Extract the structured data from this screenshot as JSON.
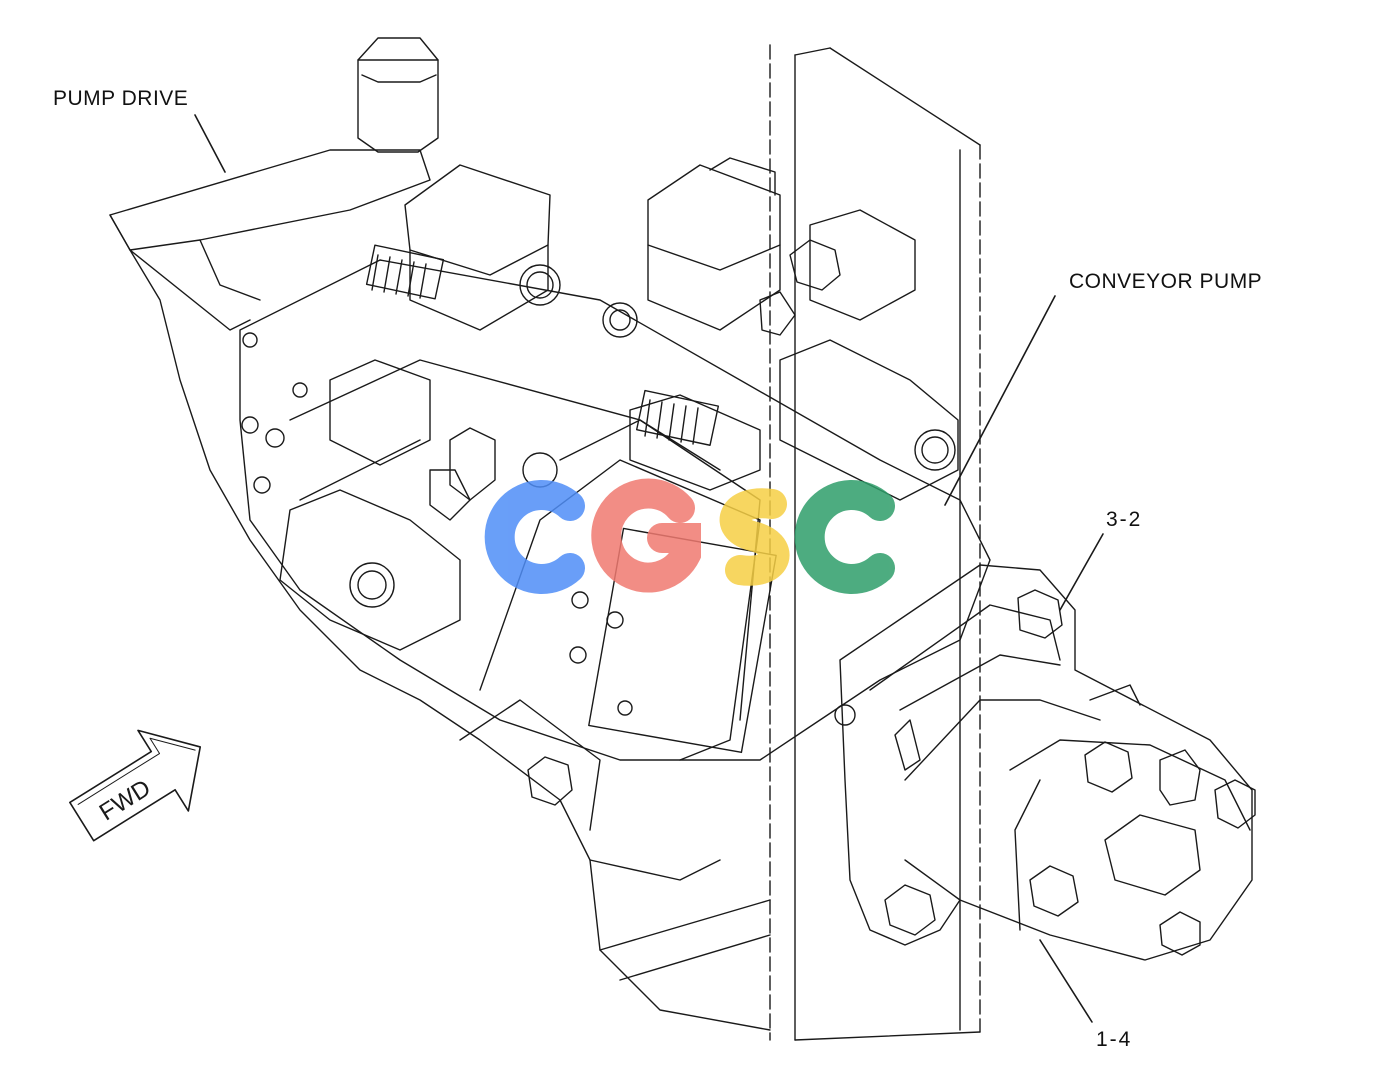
{
  "callouts": {
    "pump_drive": "PUMP DRIVE",
    "conveyor_pump": "CONVEYOR PUMP",
    "ref_3_2": "3-2",
    "ref_1_4": "1-4"
  },
  "direction_arrow": {
    "label": "FWD"
  },
  "watermark": {
    "letters": [
      "C",
      "G",
      "S",
      "C"
    ],
    "colors": [
      "#4f8ef7",
      "#f07a70",
      "#f6cf45",
      "#2f9e6a"
    ]
  },
  "colors": {
    "line": "#1a1a1a",
    "background": "#ffffff"
  }
}
